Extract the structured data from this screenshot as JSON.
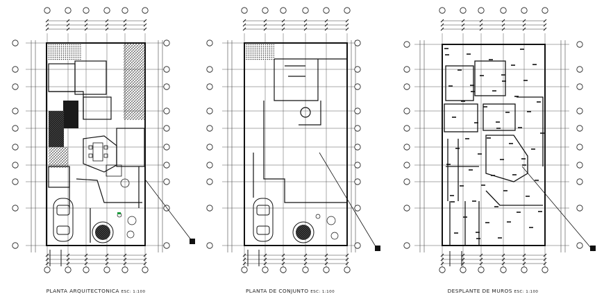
{
  "sheet": {
    "drawings": [
      {
        "id": "arquitectonica",
        "title": "PLANTA ARQUITECTONICA",
        "scale": "ESC: 1:100"
      },
      {
        "id": "conjunto",
        "title": "PLANTA DE CONJUNTO",
        "scale": "ESC: 1:100"
      },
      {
        "id": "muros",
        "title": "DESPLANTE DE MUROS",
        "scale": "ESC: 1:100"
      }
    ]
  }
}
